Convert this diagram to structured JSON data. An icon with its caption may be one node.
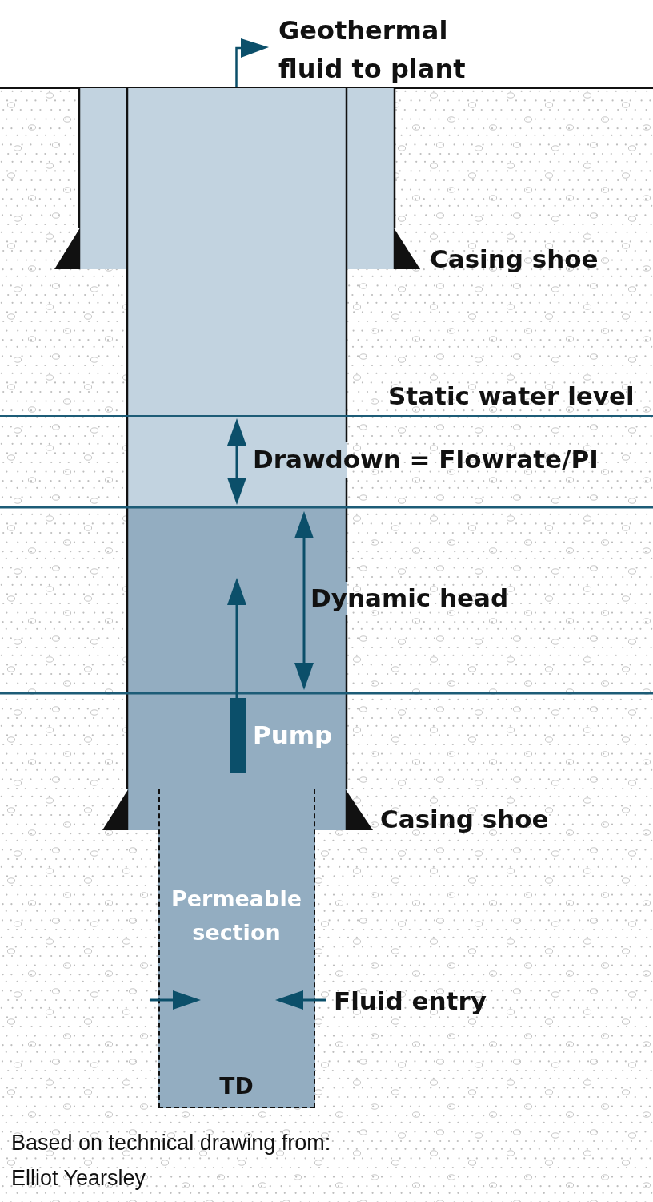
{
  "diagram": {
    "caption": "Based on technical drawing from: Elliot Yearsley",
    "nodes": [
      {
        "text": [
          "Permeable section",
          "TD"
        ]
      }
    ],
    "labels": [
      "Geothermal fluid to plant",
      "Casing shoe",
      "Static water level",
      "Drawdown = Flowrate/PI",
      "Dynamic head",
      "Pump",
      "Casing shoe",
      "Fluid entry"
    ]
  }
}
